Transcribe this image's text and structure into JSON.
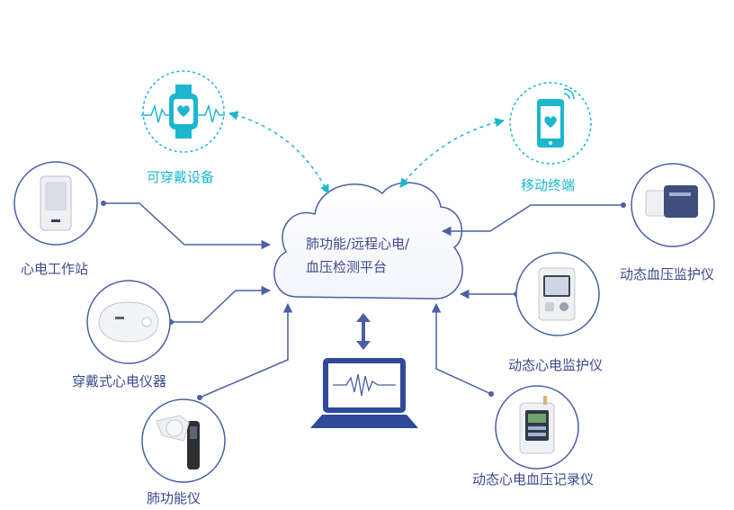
{
  "platform": {
    "line1": "肺功能/远程心电/",
    "line2": "血压检测平台"
  },
  "devices": {
    "wearable": "可穿戴设备",
    "mobile": "移动终端",
    "ecg_workstation": "心电工作站",
    "wearable_ecg": "穿戴式心电仪器",
    "spirometer": "肺功能仪",
    "abpm": "动态血压监护仪",
    "holter": "动态心电监护仪",
    "holter_bp": "动态心电血压记录仪"
  },
  "colors": {
    "line": "#4a5fa5",
    "cyan": "#1cb6cf",
    "text": "#3b4a8c"
  }
}
